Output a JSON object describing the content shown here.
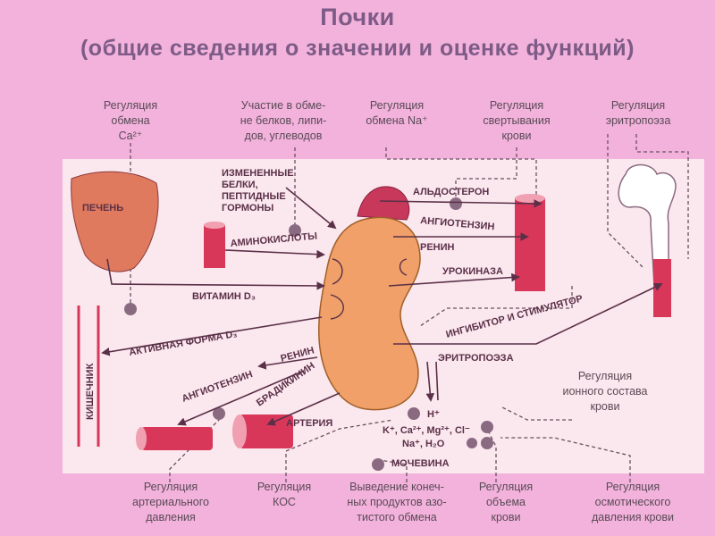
{
  "title": {
    "line1": "Почки",
    "line2": "(общие сведения о значении и оценке функций)"
  },
  "top_captions": {
    "ca": [
      "Регуляция",
      "обмена",
      "Ca²⁺"
    ],
    "proteins": [
      "Участие в обме-",
      "не белков, липи-",
      "дов, углеводов"
    ],
    "na": [
      "Регуляция",
      "обмена Na⁺"
    ],
    "clotting": [
      "Регуляция",
      "свертывания",
      "крови"
    ],
    "erythro": [
      "Регуляция",
      "эритропоэза"
    ]
  },
  "bottom_captions": {
    "pressure": [
      "Регуляция",
      "артериального",
      "давления"
    ],
    "kos": [
      "Регуляция",
      "КОС"
    ],
    "excretion": [
      "Выведение конеч-",
      "ных продуктов азо-",
      "тистого обмена"
    ],
    "volume": [
      "Регуляция",
      "объема",
      "крови"
    ],
    "osmotic": [
      "Регуляция",
      "осмотического",
      "давления крови"
    ],
    "ionic": [
      "Регуляция",
      "ионного состава",
      "крови"
    ]
  },
  "diagram_labels": {
    "liver": "ПЕЧЕНЬ",
    "altered_proteins": [
      "ИЗМЕНЕННЫЕ",
      "БЕЛКИ,",
      "ПЕПТИДНЫЕ",
      "ГОРМОНЫ"
    ],
    "amino_acids": "АМИНОКИСЛОТЫ",
    "vitamin_d": "ВИТАМИН D₃",
    "active_form_d": "АКТИВНАЯ ФОРМА D₃",
    "intestine": "КИШЕЧНИК",
    "aldosterone": "АЛЬДОСТЕРОН",
    "angiotensin_top": "АНГИОТЕНЗИН",
    "renin_top": "РЕНИН",
    "urokinase": "УРОКИНАЗА",
    "inhibitor": "ИНГИБИТОР И СТИМУЛЯТОР",
    "erythropoiesis": "ЭРИТРОПОЭЗА",
    "renin_low": "РЕНИН",
    "angiotensin_low": "АНГИОТЕНЗИН",
    "bradykinin": "БРАДИКИНИН",
    "artery": "АРТЕРИЯ",
    "h_ion": "H⁺",
    "ions1": "K⁺, Ca²⁺, Mg²⁺, Cl⁻",
    "ions2": "Na⁺, H₂O",
    "urea": "МОЧЕВИНА"
  },
  "colors": {
    "background": "#f2b2dc",
    "panel": "#fbe7ee",
    "kidney": "#f0a068",
    "organ_red": "#d8375a",
    "liver": "#e07a5e",
    "text": "#5a3048"
  }
}
